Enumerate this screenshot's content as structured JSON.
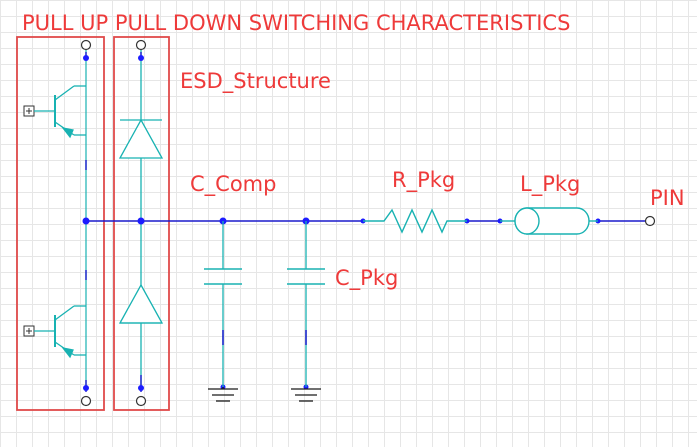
{
  "title": "PULL UP PULL DOWN SWITCHING CHARACTERISTICS",
  "labels": {
    "esd": "ESD_Structure",
    "c_comp": "C_Comp",
    "r_pkg": "R_Pkg",
    "l_pkg": "L_Pkg",
    "c_pkg": "C_Pkg",
    "pin": "PIN"
  },
  "colors": {
    "label": "#ee3a3a",
    "box": "#e04a4a",
    "component": "#18b2b2",
    "wire": "#1a1acc",
    "node": "#1c1cff",
    "ground": "#1a1a1a",
    "grid": "#e6e6e6"
  }
}
